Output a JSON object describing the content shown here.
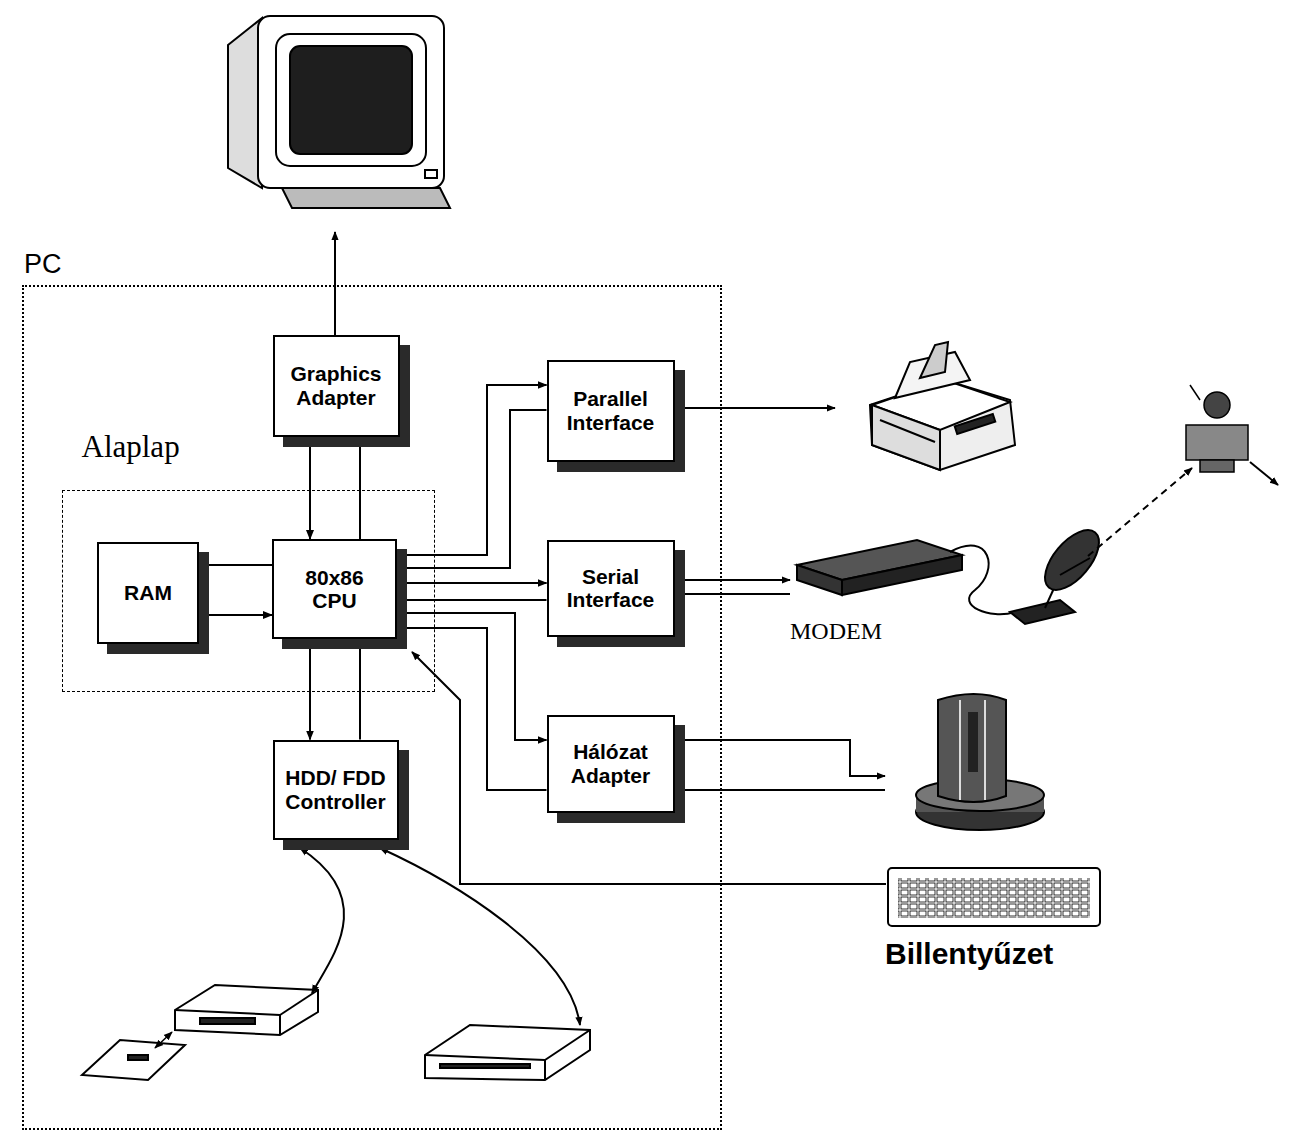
{
  "diagram": {
    "nodes": [
      {
        "text": [
          "PC"
        ]
      },
      {
        "text": [
          "Graphics Adapter"
        ],
        "in": 0
      },
      {
        "text": [
          "Parallel Interface"
        ],
        "in": 0
      },
      {
        "text": [
          "Alaplap"
        ],
        "in": 0
      },
      {
        "text": [
          "RAM"
        ],
        "in": 3
      },
      {
        "text": [
          "80x86 CPU"
        ],
        "in": 3
      },
      {
        "text": [
          "Serial Interface"
        ],
        "in": 0
      },
      {
        "text": [
          "Hálózat Adapter"
        ],
        "in": 0
      },
      {
        "text": [
          "HDD/ FDD Controller"
        ],
        "in": 0
      }
    ],
    "edges": [
      {
        "from": 5,
        "to": 4,
        "arrow": "to"
      },
      {
        "from": 4,
        "to": 5,
        "arrow": "to"
      },
      {
        "from": 5,
        "to": 1,
        "arrow": "to"
      },
      {
        "from": 1,
        "to": 5,
        "arrow": "to"
      },
      {
        "from": 5,
        "to": 2,
        "arrow": "to"
      },
      {
        "from": 2,
        "to": 5,
        "arrow": "to"
      },
      {
        "from": 5,
        "to": 6,
        "arrow": "to"
      },
      {
        "from": 6,
        "to": 5,
        "arrow": "to"
      },
      {
        "from": 5,
        "to": 7,
        "arrow": "to"
      },
      {
        "from": 7,
        "to": 5,
        "arrow": "to"
      },
      {
        "from": 5,
        "to": 8,
        "arrow": "to"
      },
      {
        "from": 8,
        "to": 5,
        "arrow": "to"
      }
    ],
    "labels": [
      "MODEM",
      "Billentyűzet"
    ]
  }
}
